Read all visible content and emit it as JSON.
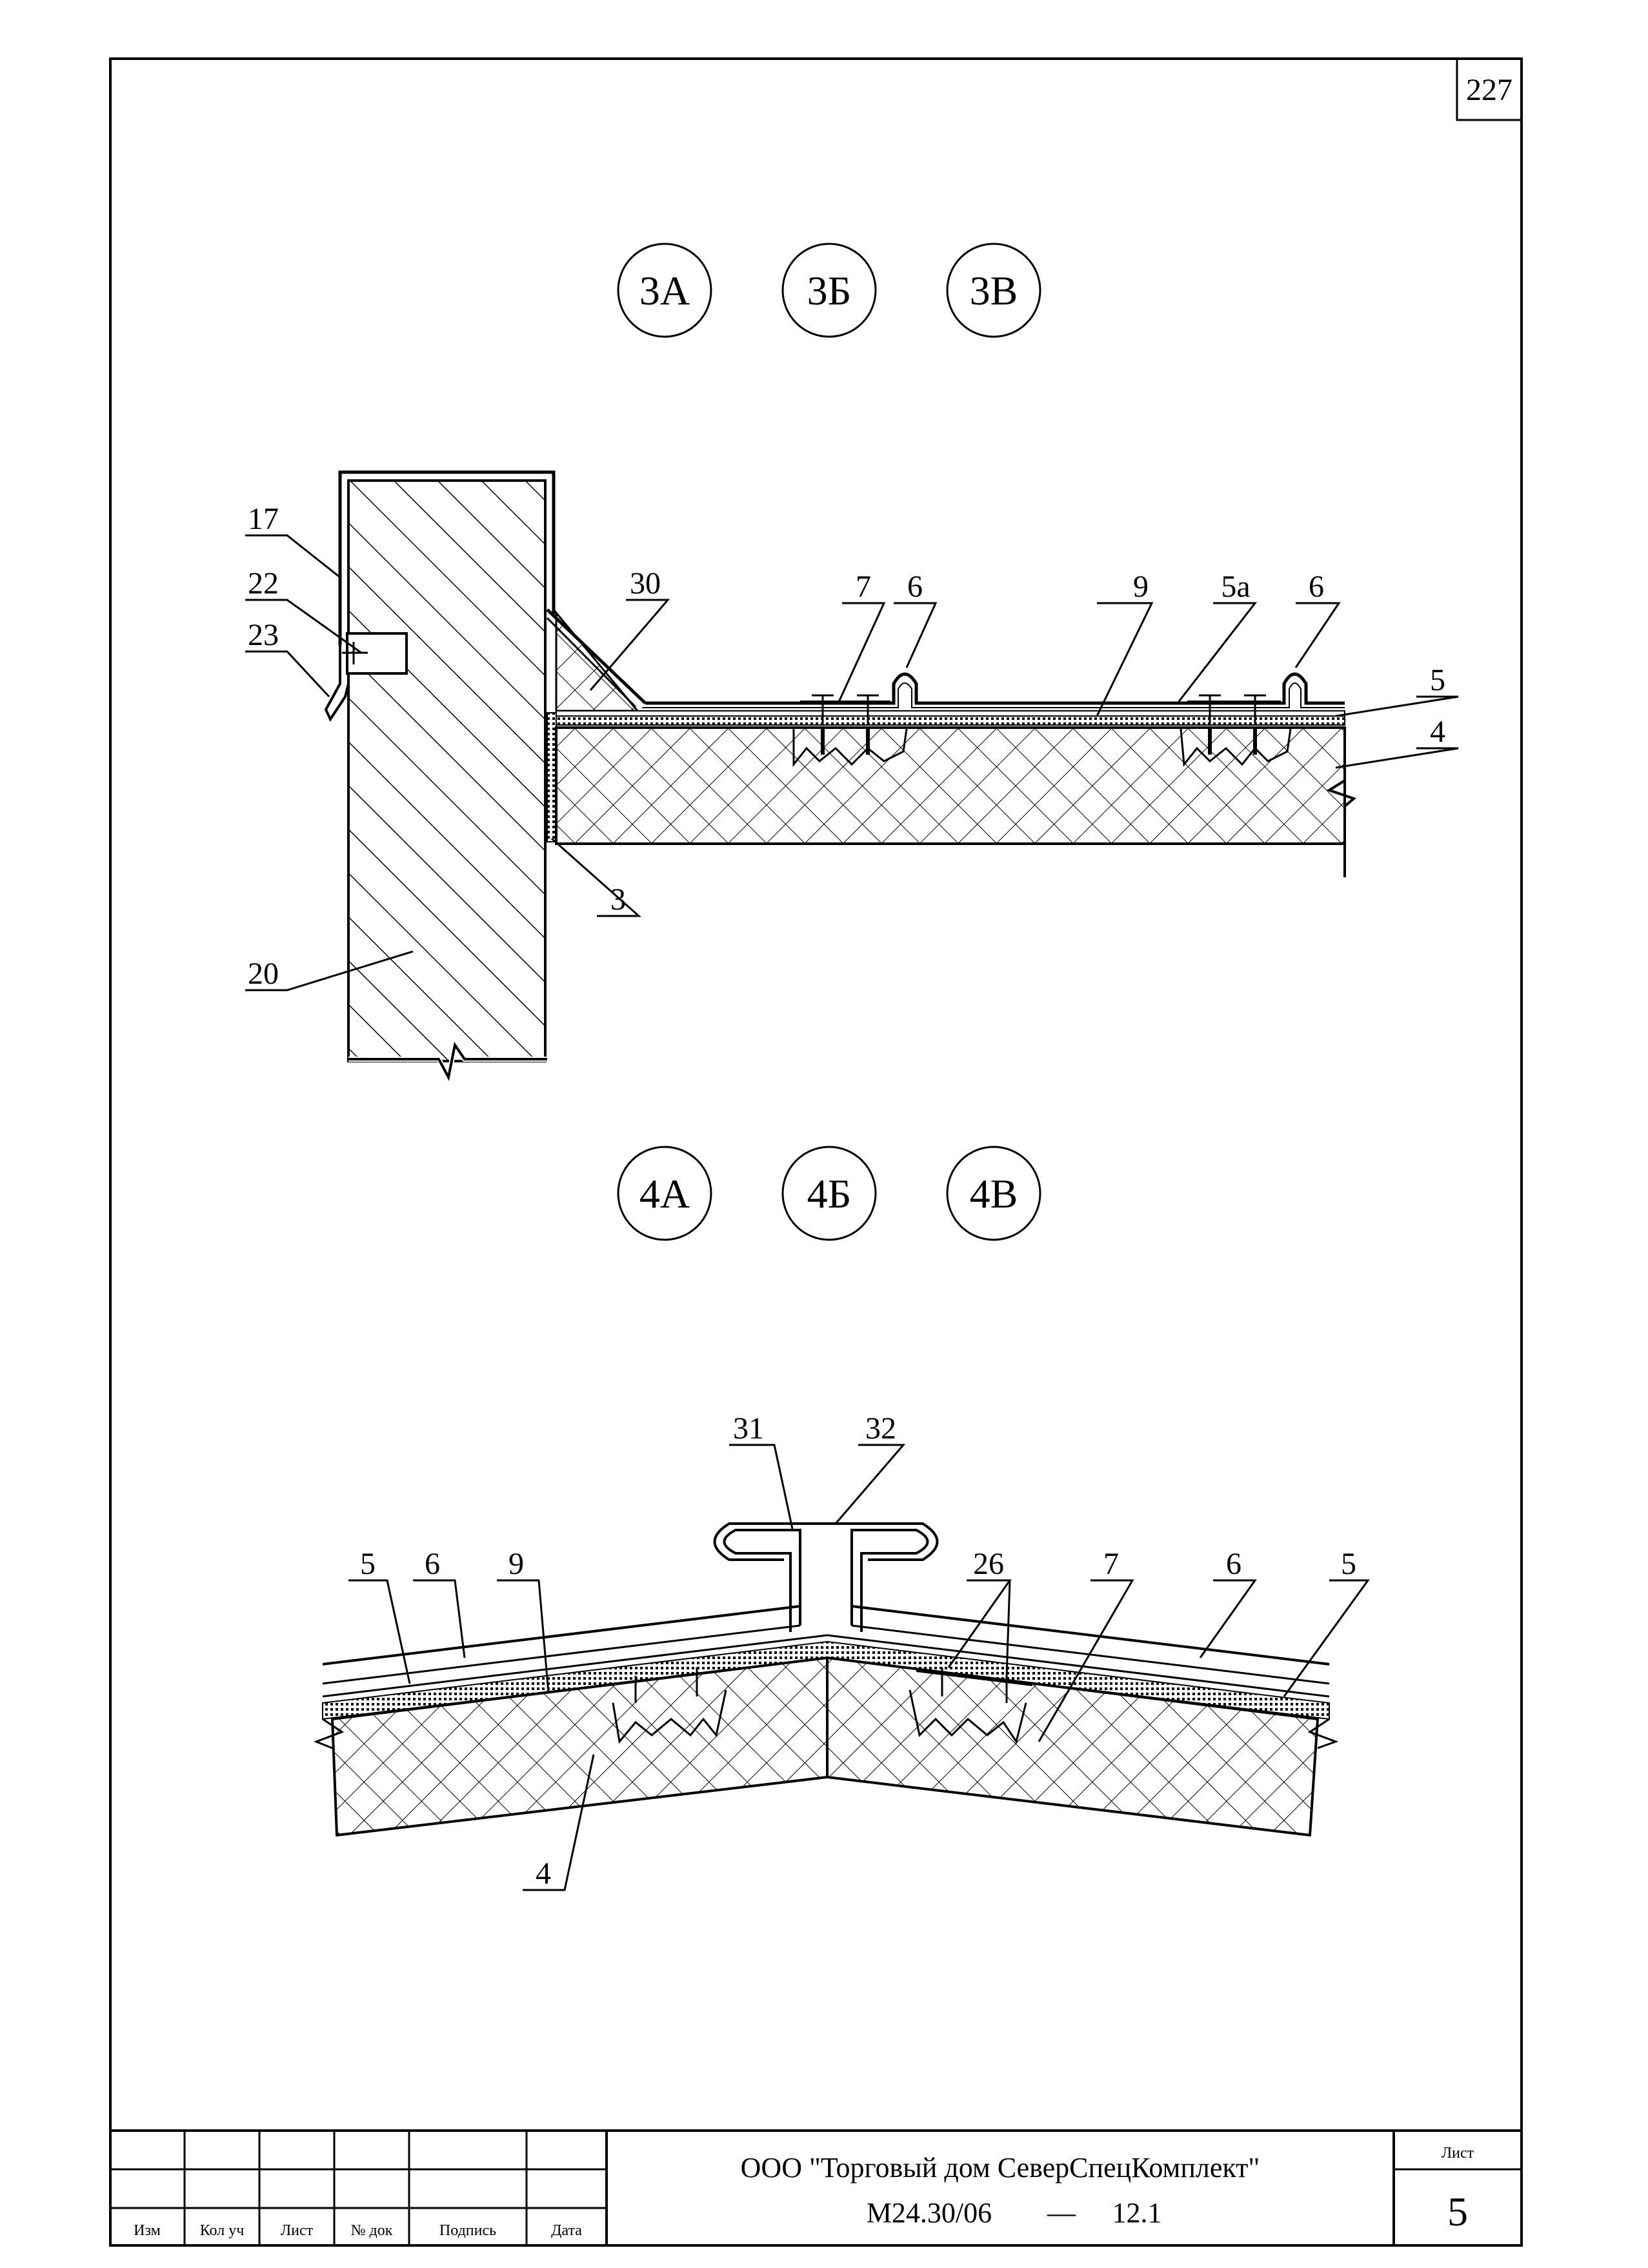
{
  "sheet_number": "227",
  "detail_3": {
    "badges": [
      "3А",
      "3Б",
      "3В"
    ],
    "labels": {
      "l17": "17",
      "l22": "22",
      "l23": "23",
      "l20": "20",
      "l30": "30",
      "l3": "3",
      "l7": "7",
      "l6a": "6",
      "l9": "9",
      "l5a": "5а",
      "l6b": "6",
      "l5": "5",
      "l4": "4"
    }
  },
  "detail_4": {
    "badges": [
      "4А",
      "4Б",
      "4В"
    ],
    "labels": {
      "l31": "31",
      "l32": "32",
      "l5a": "5",
      "l6a": "6",
      "l9": "9",
      "l26": "26",
      "l7": "7",
      "l6b": "6",
      "l5b": "5",
      "l4": "4"
    }
  },
  "title_block": {
    "columns": [
      "Изм",
      "Кол уч",
      "Лист",
      "№ док",
      "Подпись",
      "Дата"
    ],
    "organization": "ООО \"Торговый дом СеверСпецКомплект\"",
    "document_code": "М24.30/06",
    "document_dash": "—",
    "document_sheet": "12.1",
    "sheet_label": "Лист",
    "sheet_value": "5"
  }
}
